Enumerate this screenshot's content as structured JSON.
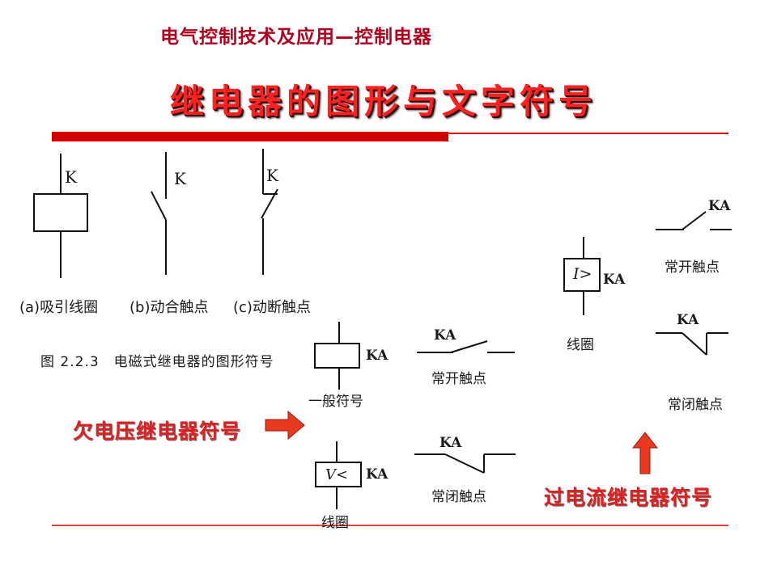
{
  "slide": {
    "course_title": "电气控制技术及应用—控制电器",
    "main_title": "继电器的图形与文字符号"
  },
  "figure_2_2_3": {
    "symbol_k": "K",
    "label_a": "(a)吸引线圈",
    "label_b": "(b)动合触点",
    "label_c": "(c)动断触点",
    "caption": "图 2.2.3　电磁式继电器的图形符号"
  },
  "undervoltage": {
    "general_code": "KA",
    "general_label": "一般符号",
    "no_code": "KA",
    "no_label": "常开触点",
    "coil_symbol": "V<",
    "coil_code": "KA",
    "coil_label": "线圈",
    "nc_code": "KA",
    "nc_label": "常闭触点",
    "title": "欠电压继电器符号"
  },
  "overcurrent": {
    "coil_symbol": "I>",
    "coil_code": "KA",
    "coil_label": "线圈",
    "no_code": "KA",
    "no_label": "常开触点",
    "nc_code": "KA",
    "nc_label": "常闭触点",
    "title": "过电流继电器符号"
  },
  "colors": {
    "accent_red": "#e02020",
    "title_red": "#b1001e",
    "arrow_fill": "#e8381e",
    "rule_red": "#d40000"
  }
}
